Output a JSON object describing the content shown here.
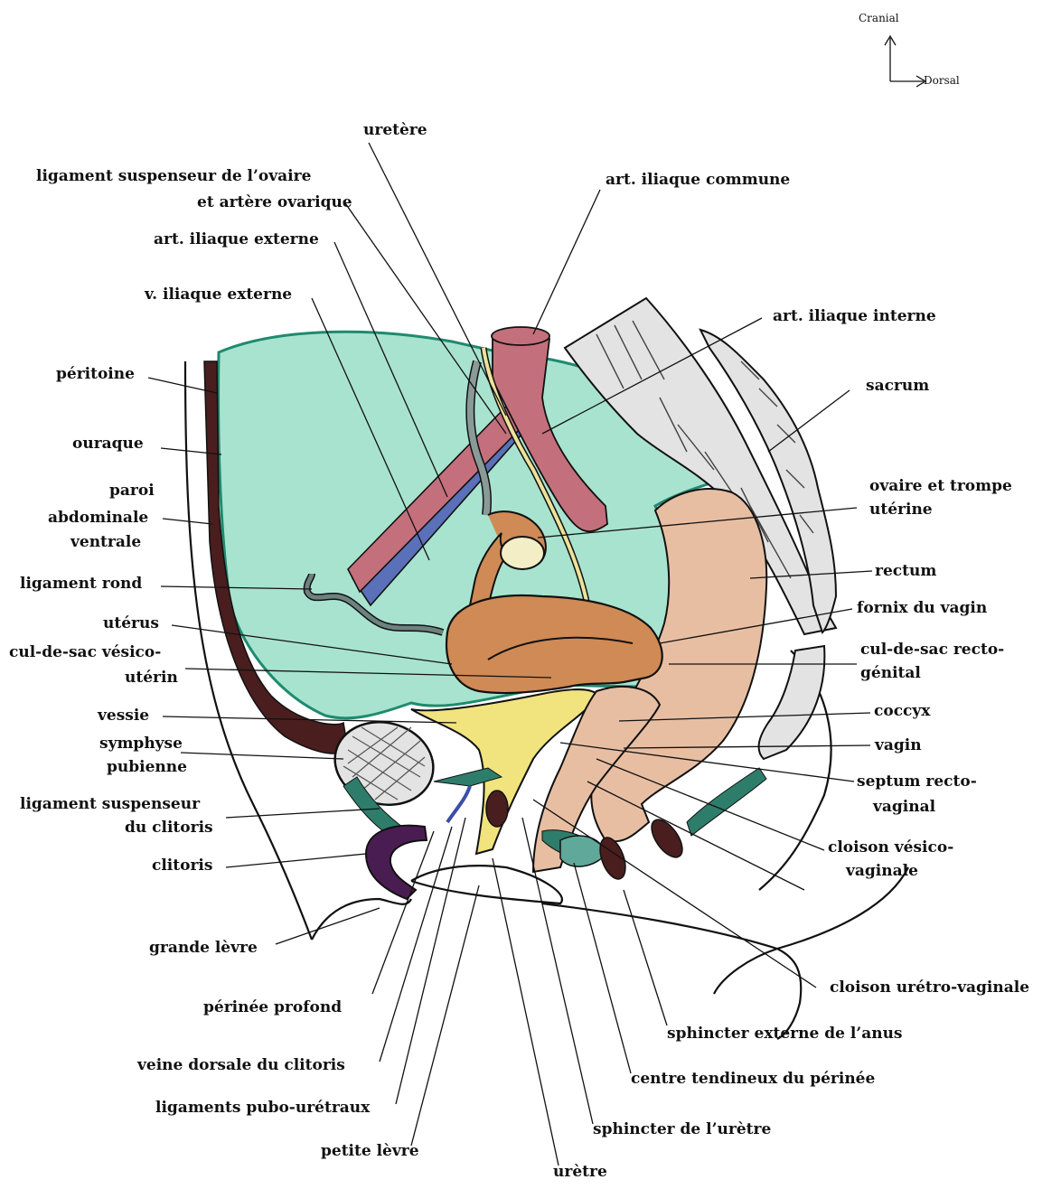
{
  "orientation": {
    "cranial": "Cranial",
    "dorsal": "Dorsal"
  },
  "labels": {
    "uretere": "uretère",
    "lig_susp_ovaire_1": "ligament suspenseur de l’ovaire",
    "lig_susp_ovaire_2": "et artère ovarique",
    "art_iliaque_commune": "art. iliaque commune",
    "art_iliaque_externe": "art. iliaque externe",
    "v_iliaque_externe": "v. iliaque externe",
    "art_iliaque_interne": "art. iliaque interne",
    "peritoine": "péritoine",
    "sacrum": "sacrum",
    "ouraque": "ouraque",
    "paroi_1": "paroi",
    "paroi_2": "abdominale",
    "paroi_3": "ventrale",
    "ovaire_1": "ovaire et trompe",
    "ovaire_2": "utérine",
    "ligament_rond": "ligament rond",
    "rectum": "rectum",
    "fornix": "fornix du vagin",
    "uterus": "utérus",
    "cds_vesico_1": "cul-de-sac vésico-",
    "cds_vesico_2": "utérin",
    "cds_recto_1": "cul-de-sac recto-",
    "cds_recto_2": "génital",
    "vessie": "vessie",
    "coccyx": "coccyx",
    "symphyse_1": "symphyse",
    "symphyse_2": "pubienne",
    "vagin": "vagin",
    "septum_1": "septum recto-",
    "septum_2": "vaginal",
    "lig_susp_clit_1": "ligament suspenseur",
    "lig_susp_clit_2": "du clitoris",
    "cloison_vv_1": "cloison vésico-",
    "cloison_vv_2": "vaginale",
    "clitoris": "clitoris",
    "grande_levre": "grande lèvre",
    "cloison_uv": "cloison urétro-vaginale",
    "perinee_profond": "périnée profond",
    "sphincter_anus": "sphincter externe de l’anus",
    "veine_dorsale": "veine dorsale du clitoris",
    "centre_tendineux": "centre tendineux du périnée",
    "ligaments_pubo": "ligaments pubo-urétraux",
    "sphincter_uretre": "sphincter de l’urètre",
    "petite_levre": "petite lèvre",
    "uretre": "urètre"
  },
  "colors": {
    "peritoneal_cavity": "#a8e3d0",
    "peritoneum_line": "#1f8a6e",
    "artery": "#c4707c",
    "vein": "#5a70b8",
    "ureter": "#ede29a",
    "uterus": "#cf8a55",
    "rectum": "#e8bea2",
    "bladder": "#f1e37e",
    "bone": "#e3e3e3",
    "abdominal_wall": "#4a1e1e",
    "clitoris": "#4a1d52",
    "perineal_muscle": "#2e7d6b"
  }
}
